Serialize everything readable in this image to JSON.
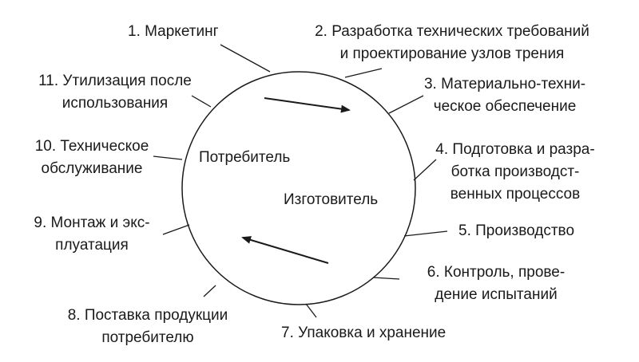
{
  "stages": [
    {
      "label": "1. Маркетинг"
    },
    {
      "label": "2. Разработка технических требований\nи проектирование  узлов трения"
    },
    {
      "label": "3. Материально-техни-\nческое обеспечение"
    },
    {
      "label": "4. Подготовка и разра-\nботка производст-\nвенных процессов"
    },
    {
      "label": "5. Производство"
    },
    {
      "label": "6. Контроль, прове-\nдение испытаний"
    },
    {
      "label": "7. Упаковка и хранение"
    },
    {
      "label": "8. Поставка продукции\nпотребителю"
    },
    {
      "label": "9. Монтаж и экс-\nплуатация"
    },
    {
      "label": "10. Техническое\nобслуживание"
    },
    {
      "label": "11. Утилизация после\nиспользования"
    }
  ],
  "roles": {
    "consumer": "Потребитель",
    "manufacturer": "Изготовитель"
  }
}
